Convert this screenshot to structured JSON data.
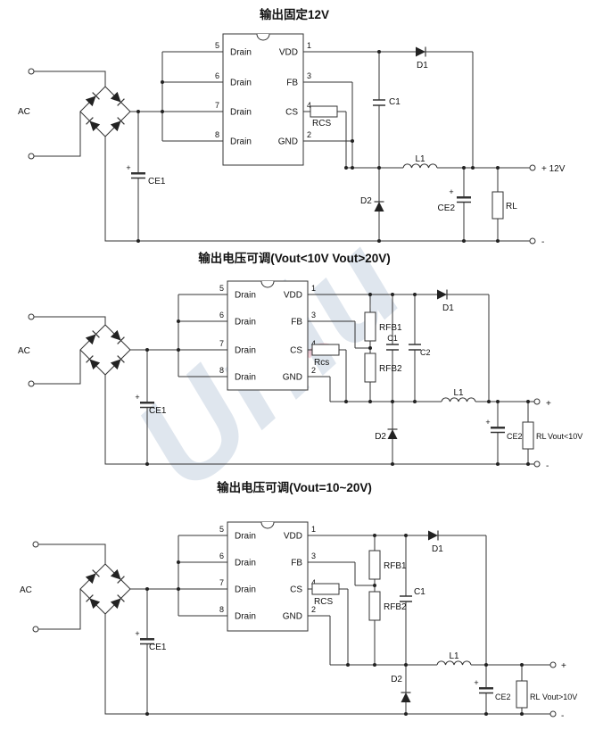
{
  "watermark": {
    "text": "Unlu"
  },
  "circuits": [
    {
      "title": "输出固定12V",
      "ac": "AC",
      "pins_left": [
        {
          "num": "5",
          "name": "Drain"
        },
        {
          "num": "6",
          "name": "Drain"
        },
        {
          "num": "7",
          "name": "Drain"
        },
        {
          "num": "8",
          "name": "Drain"
        }
      ],
      "pins_right": [
        {
          "num": "1",
          "name": "VDD"
        },
        {
          "num": "3",
          "name": "FB"
        },
        {
          "num": "4",
          "name": "CS"
        },
        {
          "num": "2",
          "name": "GND"
        }
      ],
      "labels": {
        "plus": "+",
        "ce1": "CE1",
        "rcs": "RCS",
        "c1": "C1",
        "d1": "D1",
        "d2": "D2",
        "l1": "L1",
        "ce2": "CE2",
        "rl": "RL"
      },
      "out_pos": "+ 12V",
      "out_neg": "-"
    },
    {
      "title": "输出电压可调(Vout<10V Vout>20V)",
      "ac": "AC",
      "pins_left": [
        {
          "num": "5",
          "name": "Drain"
        },
        {
          "num": "6",
          "name": "Drain"
        },
        {
          "num": "7",
          "name": "Drain"
        },
        {
          "num": "8",
          "name": "Drain"
        }
      ],
      "pins_right": [
        {
          "num": "1",
          "name": "VDD"
        },
        {
          "num": "3",
          "name": "FB"
        },
        {
          "num": "4",
          "name": "CS"
        },
        {
          "num": "2",
          "name": "GND"
        }
      ],
      "labels": {
        "plus": "+",
        "ce1": "CE1",
        "rcs": "Rcs",
        "rfb1": "RFB1",
        "rfb2": "RFB2",
        "c1": "C1",
        "c2": "C2",
        "d1": "D1",
        "d2": "D2",
        "l1": "L1",
        "ce2": "CE2",
        "rl": "RL"
      },
      "out_pos": "+",
      "out_neg": "-",
      "out_note": "Vout<10V"
    },
    {
      "title": "输出电压可调(Vout=10~20V)",
      "ac": "AC",
      "pins_left": [
        {
          "num": "5",
          "name": "Drain"
        },
        {
          "num": "6",
          "name": "Drain"
        },
        {
          "num": "7",
          "name": "Drain"
        },
        {
          "num": "8",
          "name": "Drain"
        }
      ],
      "pins_right": [
        {
          "num": "1",
          "name": "VDD"
        },
        {
          "num": "3",
          "name": "FB"
        },
        {
          "num": "4",
          "name": "CS"
        },
        {
          "num": "2",
          "name": "GND"
        }
      ],
      "labels": {
        "plus": "+",
        "ce1": "CE1",
        "rcs": "RCS",
        "rfb1": "RFB1",
        "rfb2": "RFB2",
        "c1": "C1",
        "d1": "D1",
        "d2": "D2",
        "l1": "L1",
        "ce2": "CE2",
        "rl": "RL"
      },
      "out_pos": "+",
      "out_neg": "-",
      "out_note": "Vout>10V"
    }
  ]
}
